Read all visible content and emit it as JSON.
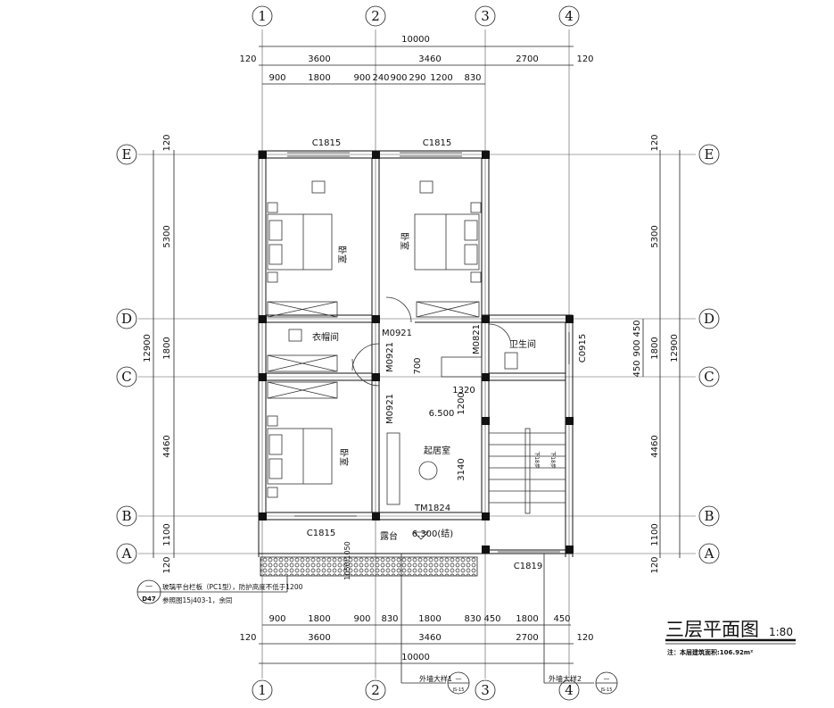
{
  "axes": {
    "cols": [
      "1",
      "2",
      "3",
      "4"
    ],
    "rows": [
      "E",
      "D",
      "C",
      "B",
      "A"
    ]
  },
  "dims_top": {
    "total": "10000",
    "bays": [
      "120",
      "3600",
      "3460",
      "2700",
      "120"
    ],
    "detail": [
      "900",
      "1800",
      "900",
      "240",
      "900",
      "290",
      "1200",
      "830"
    ]
  },
  "dims_bottom": {
    "total": "10000",
    "bays": [
      "120",
      "3600",
      "3460",
      "2700",
      "120"
    ],
    "detail": [
      "900",
      "1800",
      "900",
      "830",
      "1800",
      "830",
      "450",
      "1800",
      "450"
    ]
  },
  "dims_left": {
    "total": "12900",
    "bays": [
      "120",
      "5300",
      "1800",
      "4460",
      "1100",
      "120"
    ]
  },
  "dims_right": {
    "total": "12900",
    "bays": [
      "120",
      "5300",
      "1800",
      "4460",
      "1100",
      "120"
    ],
    "detail": [
      "450",
      "900",
      "450"
    ]
  },
  "rooms": {
    "bedroom": "卧室",
    "closet": "衣帽间",
    "bathroom": "卫生间",
    "living": "起居室",
    "terrace": "露台"
  },
  "openings": {
    "c1815": "C1815",
    "c1819": "C1819",
    "c0915": "C0915",
    "m0921": "M0921",
    "m0821": "M0821",
    "tm1824": "TM1824"
  },
  "inner_dims": {
    "d700": "700",
    "d1320": "1320",
    "d1200": "1200",
    "d3140": "3140",
    "d1050": "1050/1050"
  },
  "levels": {
    "living": "6.500",
    "terrace": "6.300(结)"
  },
  "stair": {
    "label1": "下18步",
    "label2": "下18步"
  },
  "note": {
    "ref_top": "—",
    "ref_bottom": "D47",
    "line1": "玻璃平台栏板（PC1型），防护高度不低于1200",
    "line2": "参照图15j403-1，余同"
  },
  "details": {
    "wall1": "外墙大样1",
    "wall2": "外墙大样2",
    "ref_top": "—",
    "ref_bottom": "JS-15"
  },
  "title": {
    "main": "三层平面图",
    "scale": "1:80",
    "area_note": "注：本层建筑面积:106.92m²"
  }
}
